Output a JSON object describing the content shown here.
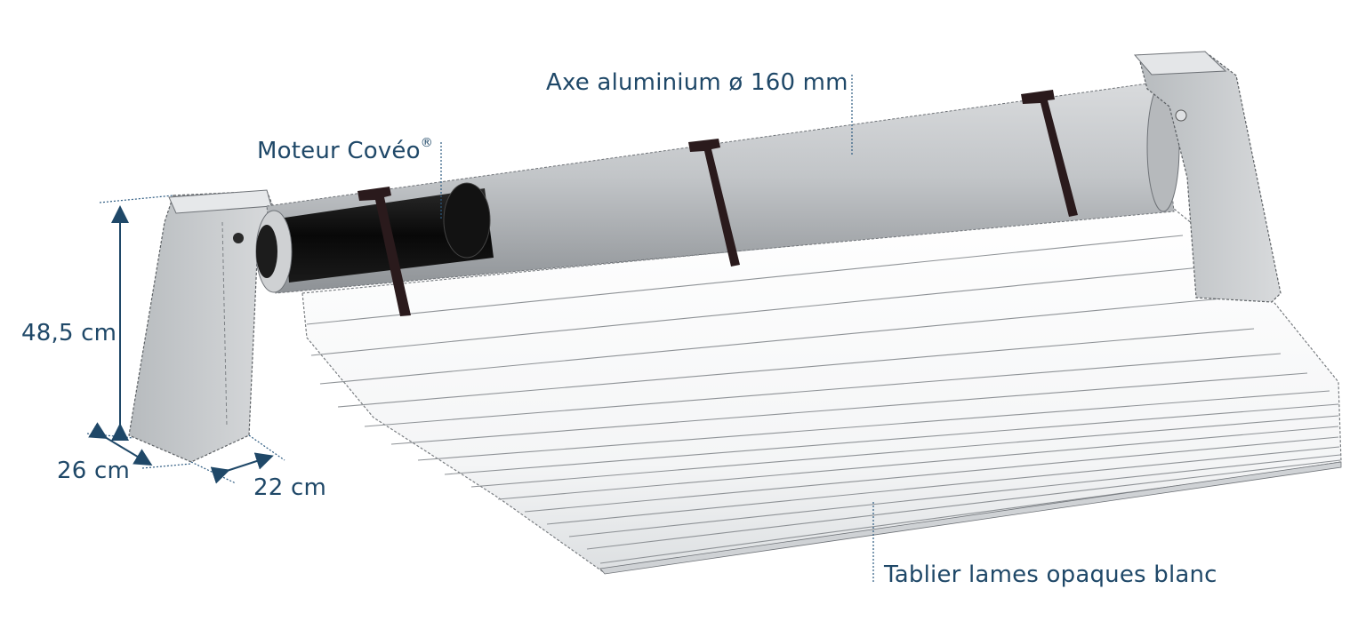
{
  "diagram": {
    "colors": {
      "label_text": "#1f4868",
      "leader_line": "#2c5a80",
      "tube": "#bfc2c5",
      "motor": "#151515",
      "strap": "#2a1a1c",
      "support": "#c9ccce",
      "slats": "#ffffff",
      "outline": "#6f7378"
    },
    "labels": {
      "axle": "Axe aluminium ø 160 mm",
      "motor": "Moteur Covéo",
      "motor_mark": "®",
      "apron": "Tablier lames opaques blanc",
      "height": "48,5 cm",
      "depth": "26 cm",
      "width": "22 cm"
    }
  }
}
